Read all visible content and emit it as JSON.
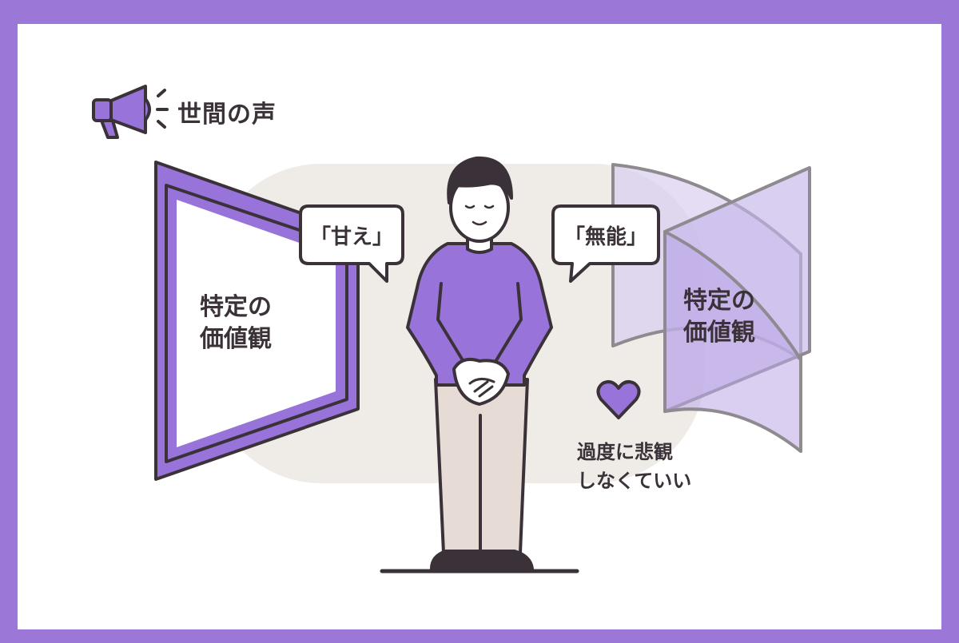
{
  "header": {
    "title": "世間の声",
    "icon": "megaphone-icon"
  },
  "left_frame": {
    "label_line1": "特定の",
    "label_line2": "価値観",
    "bubble": "「甘え」"
  },
  "right_frame": {
    "label_line1": "特定の",
    "label_line2": "価値観",
    "bubble": "「無能」"
  },
  "message": {
    "icon": "heart-icon",
    "line1": "過度に悲観",
    "line2": "しなくていい"
  },
  "colors": {
    "border": "#9b78d8",
    "accent": "#9873d9",
    "outline": "#3a3238",
    "background_blob": "#efece8",
    "pants": "#e6dcd5"
  }
}
